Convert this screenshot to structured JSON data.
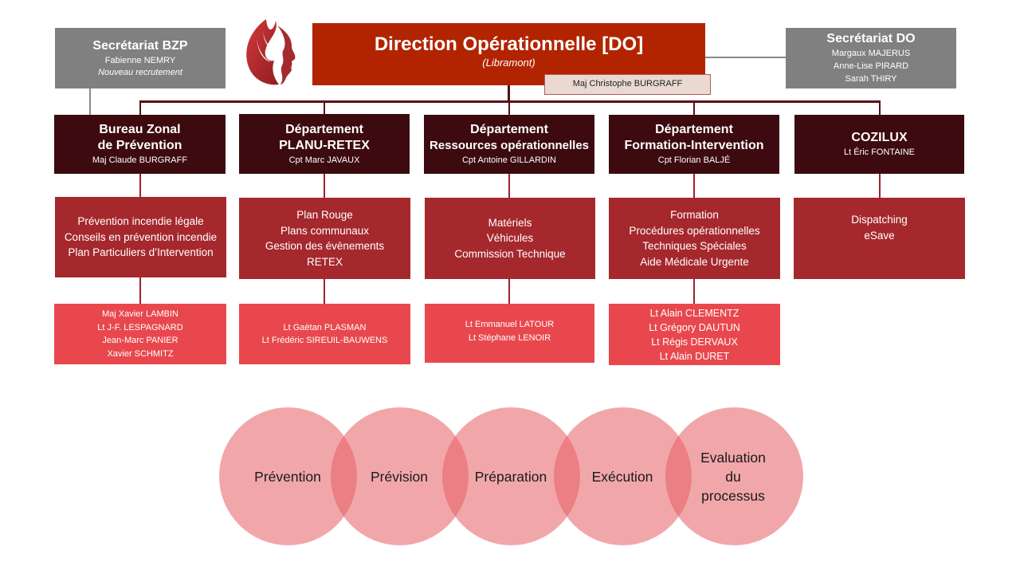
{
  "header": {
    "title": "Direction Opérationnelle [DO]",
    "location": "(Libramont)",
    "head": "Maj Christophe  BURGRAFF"
  },
  "secretariat_bzp": {
    "title": "Secrétariat BZP",
    "lines": [
      "Fabienne  NEMRY"
    ],
    "note": "Nouveau recrutement"
  },
  "secretariat_do": {
    "title": "Secrétariat DO",
    "lines": [
      "Margaux MAJERUS",
      "Anne-Lise PIRARD",
      "Sarah  THIRY"
    ]
  },
  "departments": [
    {
      "title1": "Bureau Zonal",
      "title2": "de Prévention",
      "head": "Maj Claude  BURGRAFF",
      "missions": [
        "Prévention incendie légale",
        "Conseils en prévention incendie",
        "Plan Particuliers d’Intervention"
      ],
      "people": [
        "Maj Xavier LAMBIN",
        "Lt J-F.  LESPAGNARD",
        "Jean-Marc PANIER",
        "Xavier SCHMITZ"
      ]
    },
    {
      "title1": "Département",
      "title2": "PLANU-RETEX",
      "head": "Cpt Marc  JAVAUX",
      "missions": [
        "Plan Rouge",
        "Plans communaux",
        "Gestion des évènements",
        "RETEX"
      ],
      "people": [
        "Lt Gaëtan PLASMAN",
        "Lt Frédéric SIREUIL-BAUWENS"
      ]
    },
    {
      "title1": "Département",
      "title2": "Ressources opérationnelles",
      "head": "Cpt Antoine  GILLARDIN",
      "missions": [
        "Matériels",
        "Véhicules",
        "Commission Technique"
      ],
      "people": [
        "Lt Emmanuel  LATOUR",
        "Lt  Stéphane  LENOIR"
      ]
    },
    {
      "title1": "Département",
      "title2": "Formation-Intervention",
      "head": "Cpt Florian  BALJÉ",
      "missions": [
        "Formation",
        "Procédures opérationnelles",
        "Techniques Spéciales",
        "Aide Médicale Urgente"
      ],
      "people": [
        "Lt Alain CLEMENTZ",
        "Lt Grégory DAUTUN",
        "Lt Régis DERVAUX",
        "Lt Alain DURET"
      ]
    },
    {
      "title1": "COZILUX",
      "title2": "",
      "head": "Lt Éric  FONTAINE",
      "missions": [
        "Dispatching",
        "eSave"
      ],
      "people": []
    }
  ],
  "process": [
    "Prévention",
    "Prévision",
    "Préparation",
    "Exécution",
    "Evaluation du processus"
  ],
  "colors": {
    "director": "#b22400",
    "department": "#3c0a0f",
    "mission": "#a5282d",
    "people": "#e8484d",
    "secretariat": "#808080",
    "circle": "#ec9a9d"
  },
  "logo": "flame-head-icon"
}
